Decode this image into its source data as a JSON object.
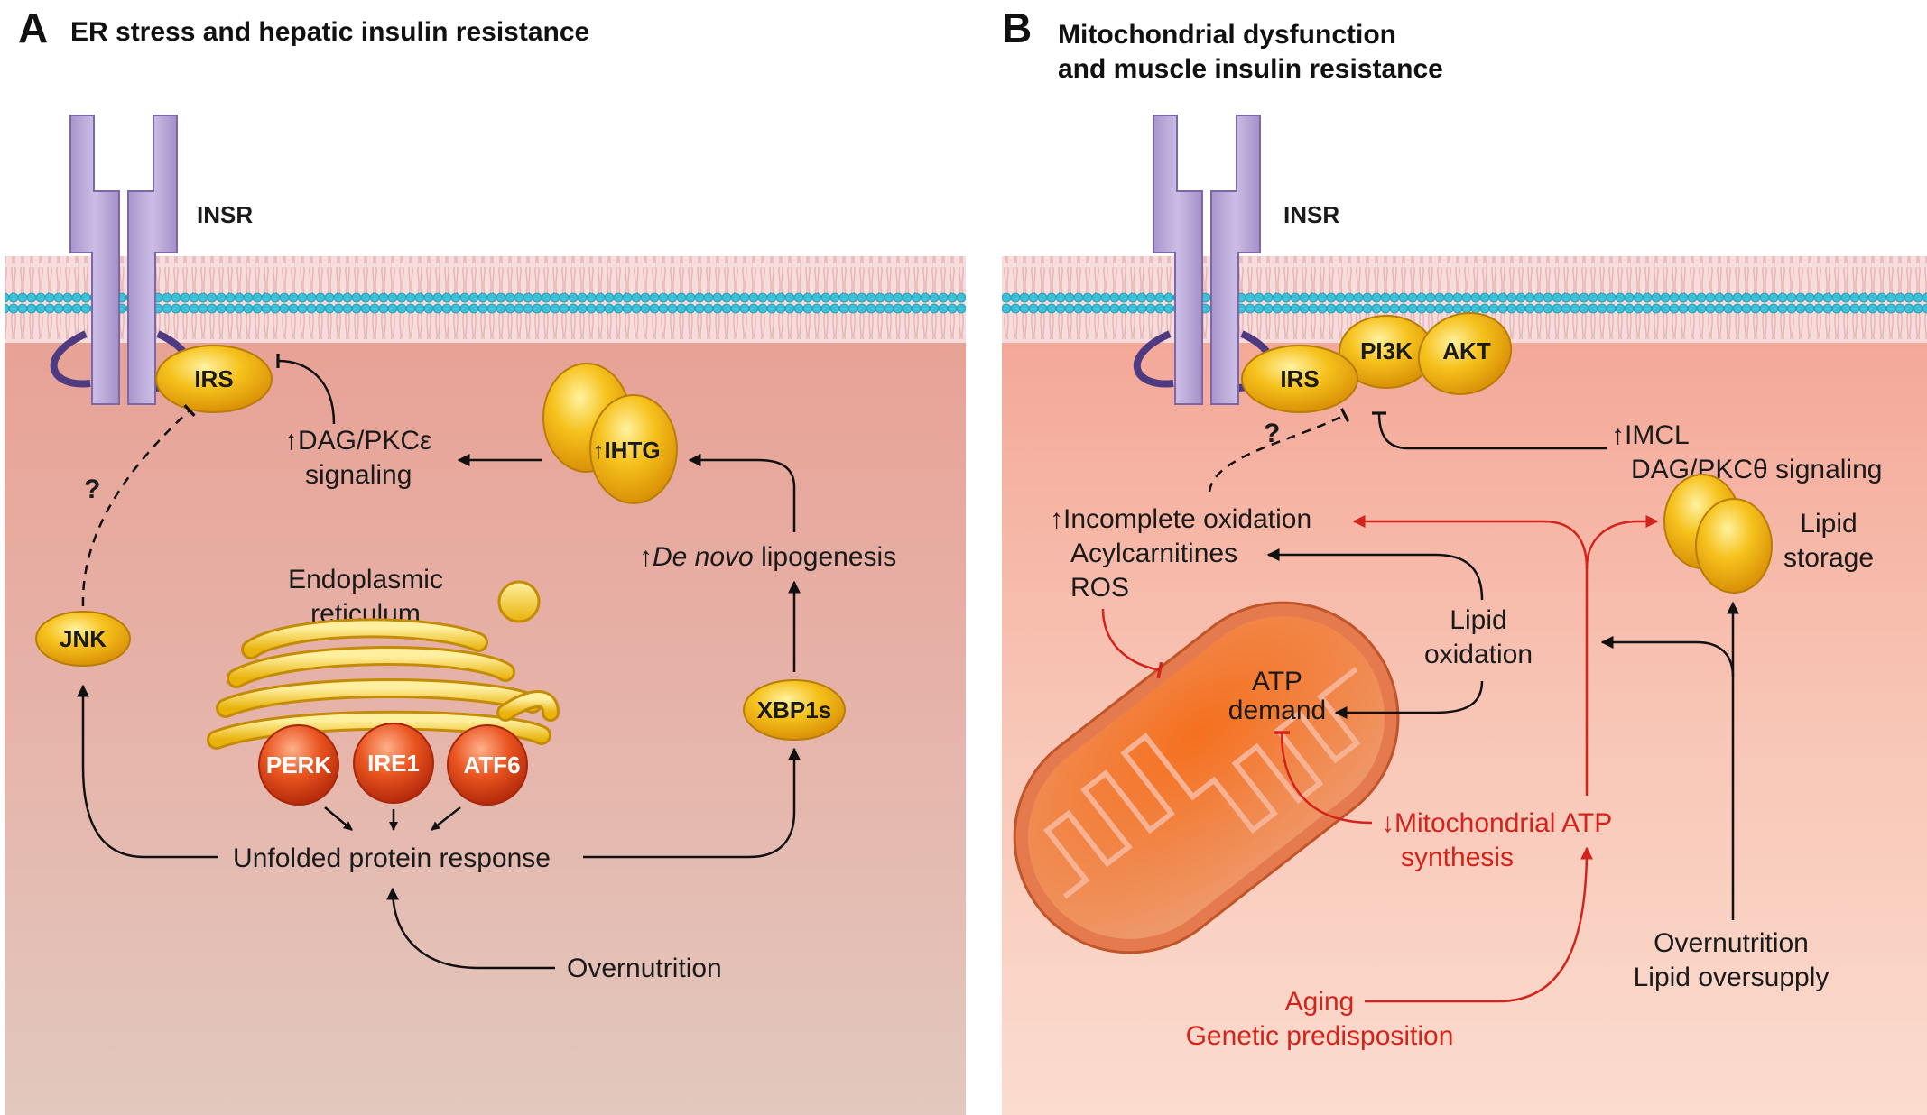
{
  "panelA": {
    "letter": "A",
    "title": "ER stress and hepatic insulin resistance",
    "insr": "INSR",
    "irs": "IRS",
    "jnk": "JNK",
    "question": "?",
    "dag_line1": "↑DAG/PKCε",
    "dag_line2": "signaling",
    "ihtg": "↑IHTG",
    "dnl_arrow": "↑",
    "dnl_italic": "De novo",
    "dnl_rest": " lipogenesis",
    "er_line1": "Endoplasmic",
    "er_line2": "reticulum",
    "perk": "PERK",
    "ire1": "IRE1",
    "atf6": "ATF6",
    "xbp1s": "XBP1s",
    "upr": "Unfolded protein response",
    "overnutrition": "Overnutrition"
  },
  "panelB": {
    "letter": "B",
    "title_line1": "Mitochondrial dysfunction",
    "title_line2": "and muscle insulin resistance",
    "insr": "INSR",
    "irs": "IRS",
    "pi3k": "PI3K",
    "akt": "AKT",
    "question": "?",
    "imcl_line1": "↑IMCL",
    "imcl_line2": "DAG/PKCθ signaling",
    "incomplete_line1": "↑Incomplete oxidation",
    "incomplete_line2": "Acylcarnitines",
    "incomplete_line3": "ROS",
    "lipid_storage_line1": "Lipid",
    "lipid_storage_line2": "storage",
    "lipid_ox_line1": "Lipid",
    "lipid_ox_line2": "oxidation",
    "atp_line1": "ATP",
    "atp_line2": "demand",
    "mito_line1": "↓Mitochondrial ATP",
    "mito_line2": "synthesis",
    "aging_line1": "Aging",
    "aging_line2": "Genetic predisposition",
    "over_line1": "Overnutrition",
    "over_line2": "Lipid oversupply"
  },
  "colors": {
    "black_arrow": "#111111",
    "red_arrow": "#d4231a",
    "receptor": "#b9a8d6",
    "membrane_head": "#3cc0d8",
    "yellow_protein": "#f2b80f",
    "red_protein": "#e5481c",
    "liver_bg_top": "#e8a296",
    "muscle_bg_top": "#f4b0a0"
  }
}
